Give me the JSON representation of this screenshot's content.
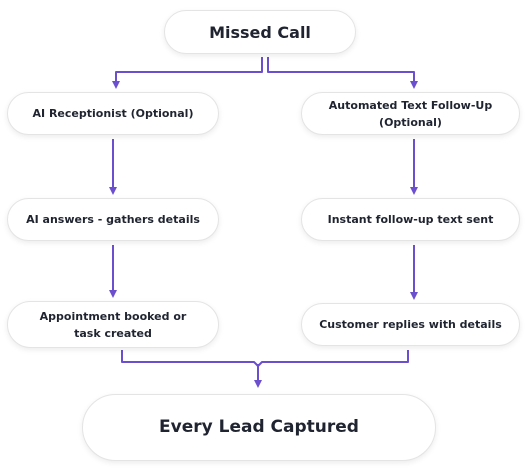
{
  "diagram": {
    "top": {
      "label": "Missed Call"
    },
    "left_branch": [
      {
        "label": "AI Receptionist (Optional)"
      },
      {
        "label": "AI answers - gathers details"
      },
      {
        "label": "Appointment booked or task created"
      }
    ],
    "right_branch": [
      {
        "label": "Automated Text Follow-Up (Optional)"
      },
      {
        "label": "Instant follow-up text sent"
      },
      {
        "label": "Customer replies with details"
      }
    ],
    "bottom": {
      "label": "Every Lead Captured"
    }
  },
  "colors": {
    "connector": "#6b4fcf",
    "node_border": "#e4e4e4",
    "text": "#1f2430"
  }
}
